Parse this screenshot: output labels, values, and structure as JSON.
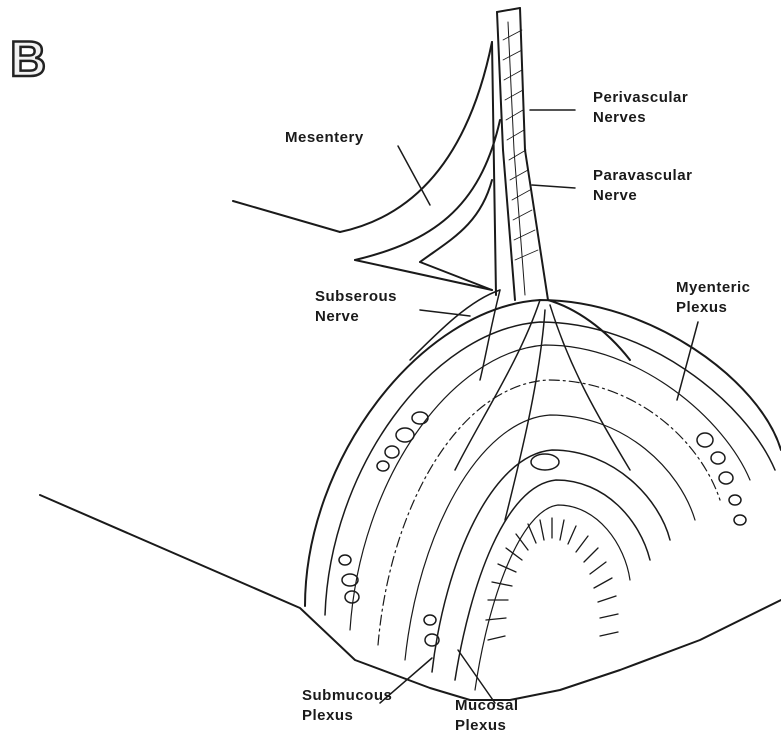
{
  "panel_letter": "B",
  "labels": {
    "mesentery": "Mesentery",
    "perivascular_line1": "Perivascular",
    "perivascular_line2": "Nerves",
    "paravascular_line1": "Paravascular",
    "paravascular_line2": "Nerve",
    "subserous_line1": "Subserous",
    "subserous_line2": "Nerve",
    "myenteric_line1": "Myenteric",
    "myenteric_line2": "Plexus",
    "submucous_line1": "Submucous",
    "submucous_line2": "Plexus",
    "mucosal_line1": "Mucosal",
    "mucosal_line2": "Plexus"
  },
  "colors": {
    "ink": "#1a1a1a",
    "paper": "#ffffff"
  }
}
